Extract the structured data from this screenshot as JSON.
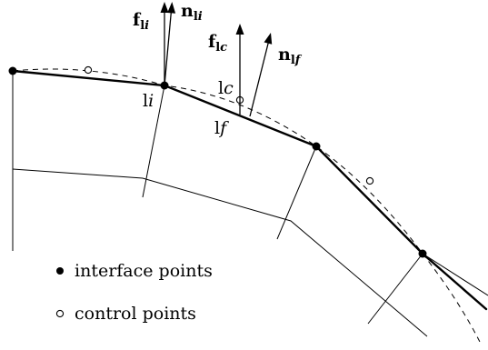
{
  "labels": {
    "f_li": {
      "main": "f",
      "sub": "l",
      "sub_italic": "i"
    },
    "n_li": {
      "main": "n",
      "sub": "l",
      "sub_italic": "i"
    },
    "f_lc": {
      "main": "f",
      "sub": "l",
      "sub_italic": "c"
    },
    "n_lf": {
      "main": "n",
      "sub": "l",
      "sub_italic": "f"
    },
    "point_li": {
      "main": "l",
      "italic": "i"
    },
    "point_lc": {
      "main": "l",
      "italic": "c"
    },
    "point_lf": {
      "main": "l",
      "italic": "f"
    }
  },
  "legend": {
    "interface": "interface points",
    "control": "control points"
  }
}
